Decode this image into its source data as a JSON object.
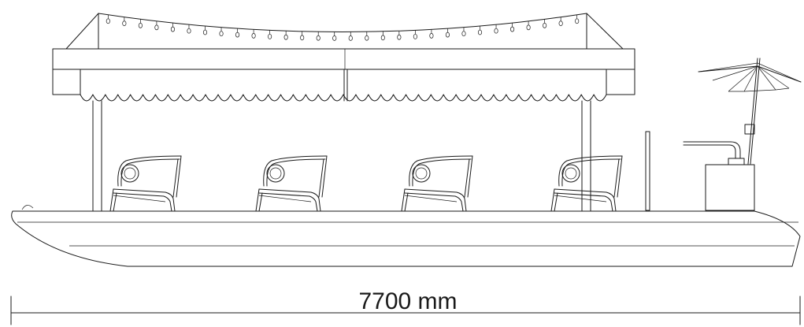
{
  "dimension": {
    "label": "7700 mm"
  },
  "chairs": [
    {
      "id": "chair-1",
      "offset": 0
    },
    {
      "id": "chair-2",
      "offset": 185
    },
    {
      "id": "chair-3",
      "offset": 370
    },
    {
      "id": "chair-4",
      "offset": 560
    }
  ],
  "colors": {
    "line": "#1a1a1a",
    "background": "#ffffff"
  }
}
